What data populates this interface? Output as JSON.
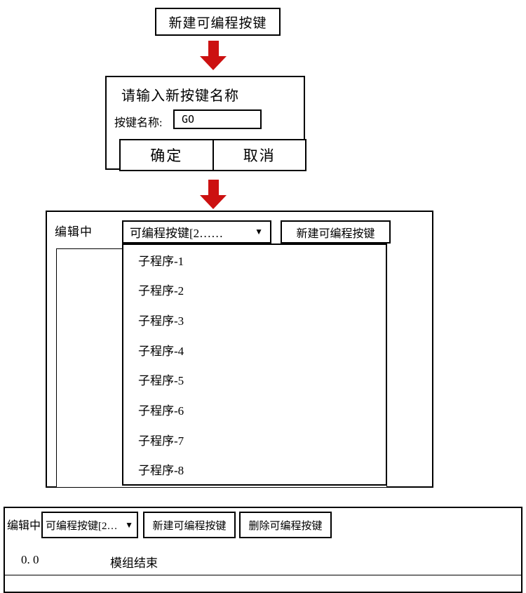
{
  "colors": {
    "arrow": "#cc1111"
  },
  "flow": {
    "start_button": "新建可编程按键"
  },
  "dialog": {
    "title": "请输入新按键名称",
    "name_label": "按键名称:",
    "name_value": "GO",
    "ok_label": "确定",
    "cancel_label": "取消"
  },
  "panel": {
    "status": "编辑中",
    "dropdown_value": "可编程按键[2……",
    "dropdown_arrow": "▼",
    "new_button": "新建可编程按键",
    "options": [
      "子程序-1",
      "子程序-2",
      "子程序-3",
      "子程序-4",
      "子程序-5",
      "子程序-6",
      "子程序-7",
      "子程序-8"
    ]
  },
  "bottom": {
    "status": "编辑中",
    "dropdown_value": "可编程按键[2…",
    "dropdown_arrow": "▼",
    "new_button": "新建可编程按键",
    "delete_button": "删除可编程按键",
    "line_number": "0. 0",
    "instruction": "模组结束"
  }
}
